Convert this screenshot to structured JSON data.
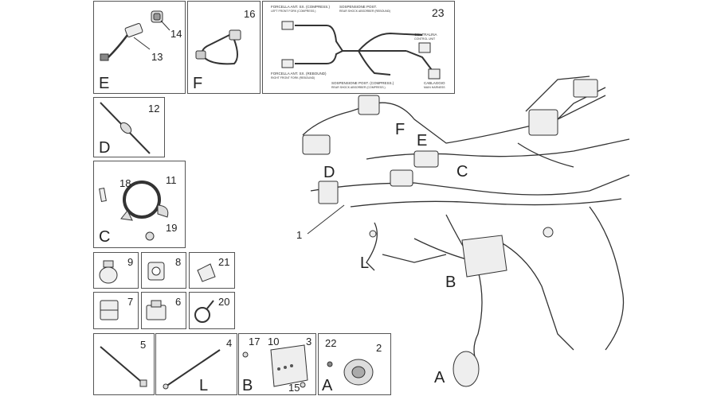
{
  "panels": {
    "E": {
      "letter": "E",
      "parts": [
        "14",
        "13"
      ]
    },
    "F": {
      "letter": "F",
      "parts": [
        "16"
      ]
    },
    "wiring": {
      "part": "23",
      "labels": {
        "fork_left": "FORCELLA ANT. SX. (COMPRESS.)",
        "fork_left_sub": "LEFT FRONT FORK (COMPRESS.)",
        "rear_comp": "SOSPENSIONE POST.",
        "rear_comp_sub": "REAR SHOCK ABSORBER (REBOUND)",
        "central": "CENTRALINA",
        "central_sub": "CONTROL UNIT",
        "fork_rebound": "FORCELLA ANT. SX. (REBOUND)",
        "fork_rebound_sub": "RIGHT FRONT FORK (REBOUND)",
        "rear_post": "SOSPENSIONE POST. (COMPRESS.)",
        "rear_post_sub": "REAR SHOCK ABSORBER (COMPRESS.)",
        "cablaggio": "CABLAGGIO",
        "cablaggio_sub": "MAIN HARNESS"
      }
    },
    "D": {
      "letter": "D",
      "parts": [
        "12"
      ]
    },
    "C": {
      "letter": "C",
      "parts": [
        "11",
        "18",
        "19"
      ]
    },
    "p9": {
      "part": "9"
    },
    "p8": {
      "part": "8"
    },
    "p21": {
      "part": "21"
    },
    "p7": {
      "part": "7"
    },
    "p6": {
      "part": "6"
    },
    "p20": {
      "part": "20"
    },
    "p5": {
      "part": "5"
    },
    "L": {
      "letter": "L",
      "parts": [
        "4"
      ]
    },
    "B": {
      "letter": "B",
      "parts": [
        "17",
        "10",
        "3",
        "15"
      ]
    },
    "A": {
      "letter": "A",
      "parts": [
        "22",
        "2"
      ]
    }
  },
  "main": {
    "callout_1": "1",
    "letters": {
      "F": "F",
      "E": "E",
      "D": "D",
      "C": "C",
      "L": "L",
      "B": "B",
      "A": "A"
    }
  }
}
